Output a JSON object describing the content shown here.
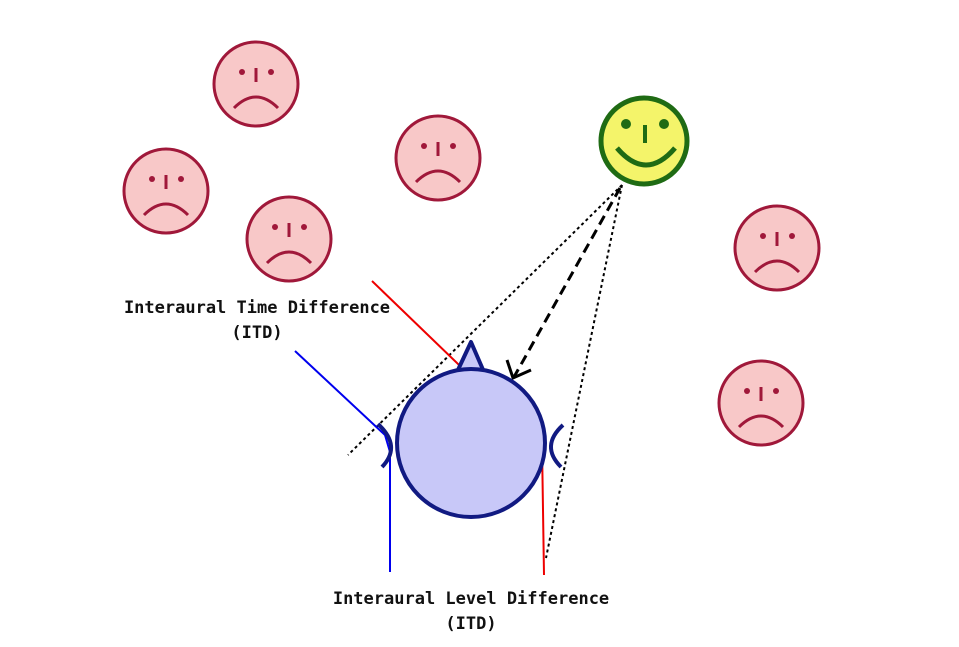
{
  "labels": {
    "itd_line1": "Interaural Time Difference",
    "itd_line2": "(ITD)",
    "ild_line1": "Interaural Level Difference",
    "ild_line2": "(ITD)"
  },
  "colors": {
    "sad_fill": "#f8c8c8",
    "sad_stroke": "#a0183a",
    "happy_fill": "#f4f46a",
    "happy_stroke": "#1f6b14",
    "head_fill": "#c8c8f8",
    "head_stroke": "#111a82",
    "itd_line": "#0000ee",
    "ild_line": "#ee0000"
  }
}
